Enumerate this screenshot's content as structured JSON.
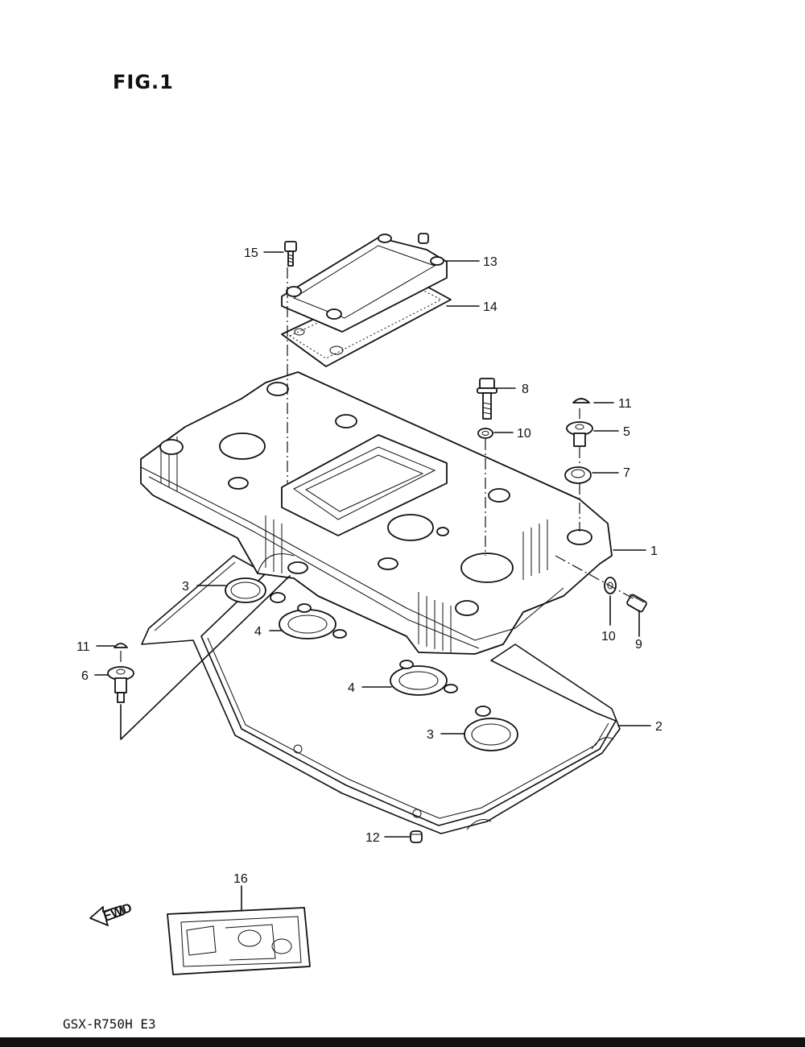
{
  "figure": {
    "title": "FIG.1",
    "model": "GSX-R750H E3"
  },
  "fwd_label": "FWD",
  "callouts": [
    {
      "id": "1",
      "label": "1"
    },
    {
      "id": "2",
      "label": "2"
    },
    {
      "id": "3a",
      "label": "3"
    },
    {
      "id": "3b",
      "label": "3"
    },
    {
      "id": "4a",
      "label": "4"
    },
    {
      "id": "4b",
      "label": "4"
    },
    {
      "id": "5",
      "label": "5"
    },
    {
      "id": "6",
      "label": "6"
    },
    {
      "id": "7",
      "label": "7"
    },
    {
      "id": "8",
      "label": "8"
    },
    {
      "id": "9",
      "label": "9"
    },
    {
      "id": "10a",
      "label": "10"
    },
    {
      "id": "10b",
      "label": "10"
    },
    {
      "id": "11a",
      "label": "11"
    },
    {
      "id": "11b",
      "label": "11"
    },
    {
      "id": "12",
      "label": "12"
    },
    {
      "id": "13",
      "label": "13"
    },
    {
      "id": "14",
      "label": "14"
    },
    {
      "id": "15",
      "label": "15"
    },
    {
      "id": "16",
      "label": "16"
    }
  ]
}
